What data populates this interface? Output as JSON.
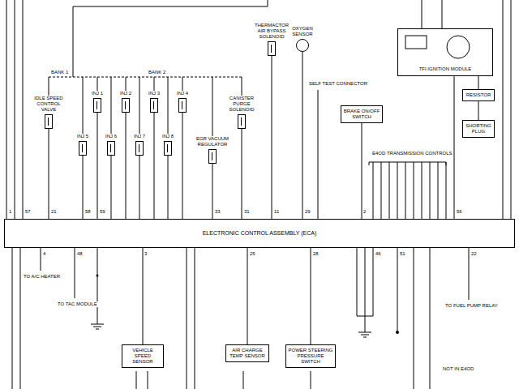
{
  "diagram": {
    "nodes": [
      {
        "text": [
          "ELECTRONIC CONTROL ASSEMBLY (ECA)"
        ]
      },
      {
        "text": [
          "IDLE SPEED CONTROL VALVE"
        ]
      },
      {
        "text": [
          "INJ 1"
        ]
      },
      {
        "text": [
          "INJ 2"
        ]
      },
      {
        "text": [
          "INJ 3"
        ]
      },
      {
        "text": [
          "INJ 4"
        ]
      },
      {
        "text": [
          "INJ 5"
        ]
      },
      {
        "text": [
          "INJ 6"
        ]
      },
      {
        "text": [
          "INJ 7"
        ]
      },
      {
        "text": [
          "INJ 8"
        ]
      },
      {
        "text": [
          "EGR VACUUM REGULATOR"
        ]
      },
      {
        "text": [
          "CANISTER PURGE SOLENOID"
        ]
      },
      {
        "text": [
          "THERMACTOR AIR BYPASS SOLENOID"
        ]
      },
      {
        "text": [
          "OXYGEN SENSOR"
        ]
      },
      {
        "text": [
          "TFI IGNITION MODULE"
        ]
      },
      {
        "text": [
          "BRAKE ON/OFF SWITCH"
        ]
      },
      {
        "text": [
          "RESISTOR"
        ]
      },
      {
        "text": [
          "SHORTING PLUG"
        ]
      },
      {
        "text": [
          "VEHICLE SPEED SENSOR"
        ]
      },
      {
        "text": [
          "AIR CHARGE TEMP SENSOR"
        ]
      },
      {
        "text": [
          "POWER STEERING PRESSURE SWITCH"
        ]
      }
    ],
    "edges": [
      {
        "from": 1,
        "to": 0,
        "arrow": "none"
      },
      {
        "from": 2,
        "to": 0,
        "arrow": "none"
      },
      {
        "from": 3,
        "to": 0,
        "arrow": "none"
      },
      {
        "from": 4,
        "to": 0,
        "arrow": "none"
      },
      {
        "from": 5,
        "to": 0,
        "arrow": "none"
      },
      {
        "from": 6,
        "to": 0,
        "arrow": "none"
      },
      {
        "from": 7,
        "to": 0,
        "arrow": "none"
      },
      {
        "from": 8,
        "to": 0,
        "arrow": "none"
      },
      {
        "from": 9,
        "to": 0,
        "arrow": "none"
      },
      {
        "from": 10,
        "to": 0,
        "arrow": "none"
      },
      {
        "from": 11,
        "to": 0,
        "arrow": "none"
      },
      {
        "from": 12,
        "to": 0,
        "arrow": "none"
      },
      {
        "from": 13,
        "to": 0,
        "arrow": "none"
      },
      {
        "from": 14,
        "to": 0,
        "arrow": "none"
      },
      {
        "from": 15,
        "to": 0,
        "arrow": "none"
      },
      {
        "from": 16,
        "to": 14,
        "arrow": "none"
      },
      {
        "from": 17,
        "to": 16,
        "arrow": "none"
      },
      {
        "from": 18,
        "to": 0,
        "arrow": "none"
      },
      {
        "from": 19,
        "to": 0,
        "arrow": "none"
      },
      {
        "from": 20,
        "to": 0,
        "arrow": "none"
      }
    ],
    "labels": [
      "BANK 1",
      "BANK 2",
      "SELF TEST CONNECTOR",
      "E4OD TRANSMISSION CONTROLS",
      "1",
      "57",
      "21",
      "58",
      "59",
      "33",
      "31",
      "11",
      "29",
      "2",
      "56",
      "4",
      "48",
      "3",
      "25",
      "28",
      "46",
      "51",
      "22",
      "TO A/C HEATER",
      "TO TAC MODULE",
      "TO FUEL PUMP RELAY",
      "NOT IN E4OD"
    ]
  }
}
